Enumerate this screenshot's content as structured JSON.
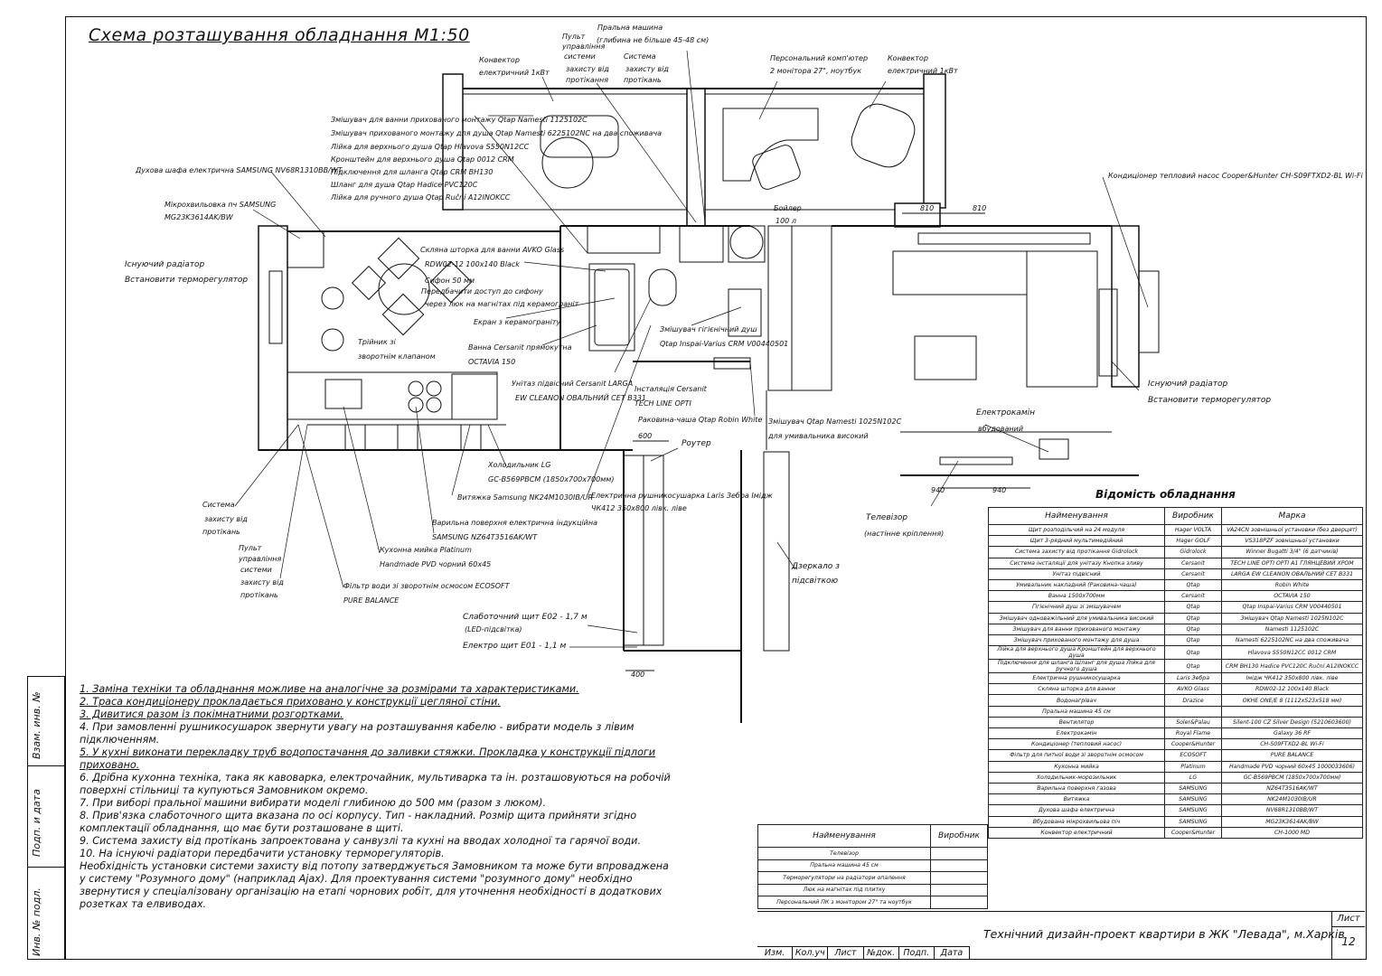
{
  "title": "Схема розташування обладнання М1:50",
  "callouts": {
    "washer": "Пральна машина",
    "washer2": "(глибина не більше 45-48 см)",
    "remote1": "Пульт",
    "remote1b": "управління",
    "remote1c": "системи",
    "remote1d": "захисту від",
    "remote1e": "протікання",
    "sys1": "Система",
    "sys1b": "захисту від",
    "sys1c": "протікань",
    "conv1": "Конвектор",
    "conv1b": "електричний 1кВт",
    "pc": "Персональний комп'ютер",
    "pc2": "2 монітора 27\", ноутбук",
    "conv2": "Конвектор",
    "conv2b": "електричний 1кВт",
    "mixer_bath": "Змішувач для ванни прихованого монтажу Qtap Namesti 1125102C",
    "mixer_shower": "Змішувач прихованого монтажу для душа Qtap Namesti 6225102NC на два споживача",
    "head_shower": "Лійка для верхнього душа Qtap Hlavova S550N12CC",
    "bracket": "Кронштейн для верхнього душа Qtap 0012 CRM",
    "hose_conn": "Підключення для шланга Qtap CRM BH130",
    "hose": "Шланг для душа Qtap Hadice PVC120C",
    "hand_shower": "Лійка для ручного душа Qtap Ruční A12INOKCC",
    "oven": "Духова шафа електрична SAMSUNG NV68R1310BB/WT",
    "micro": "Мікрохвильовка пч SAMSUNG",
    "micro2": "MG23K3614AK/BW",
    "radiator": "Існуючий радіатор",
    "radiator2": "Встановити терморегулятор",
    "glass": "Скляна шторка для ванни AVKO Glass",
    "glass2": "RDW02-12 100х140 Black",
    "siphon": "Сифон 50 мм",
    "siphon2": "Передбачити доступ до сифону",
    "siphon3": "через люк на магнітах під керамограніт",
    "screen": "Екран з керамограніту",
    "tee": "Трійник зі",
    "tee2": "зворотнім клапаном",
    "bath": "Ванна Cersanit прямокутна",
    "bath2": "OCTAVIA 150",
    "mixer_hyg": "Змішувач гігієнічний душ",
    "mixer_hyg2": "Qtap Inspai-Varius CRM V00440501",
    "toilet": "Унітаз підвісний Cersanit LARGA",
    "toilet2": "EW CLEANON ОВАЛЬНИЙ СЕТ B331",
    "install": "Інсталяція Cersanit",
    "install2": "TECH LINE OPTI",
    "sink": "Раковина-чаша Qtap Robin White",
    "mixer_wash": "Змішувач Qtap Namesti 1025N102C",
    "mixer_wash2": "для умивальника високий",
    "boiler": "Бойлер",
    "boiler2": "100 л",
    "ac": "Кондиціонер тепловий насос Cooper&Hunter CH-S09FTXD2-BL Wi-Fi",
    "radiator_r": "Існуючий радіатор",
    "radiator_r2": "Встановити терморегулятор",
    "fireplace": "Електрокамін",
    "fireplace2": "вбудований",
    "tv": "Телевізор",
    "tv2": "(настінне кріплення)",
    "router": "Роутер",
    "fridge": "Холодильник LG",
    "fridge2": "GC-B569PBCM (1850х700х700мм)",
    "hood": "Витяжка Samsung NK24M1030IB/UR",
    "towel": "Електрична рушникосушарка Laris Зебра Імідж",
    "towel2": "ЧК412 350х800 лівк. ліве",
    "hob": "Варильна поверхня електрична індукційна",
    "hob2": "SAMSUNG NZ64T3516AK/WT",
    "ksink": "Кухонна мийка Platinum",
    "ksink2": "Handmade PVD чорний 60х45",
    "filter": "Фільтр води зі зворотнім осмосом ECOSOFT",
    "filter2": "PURE BALANCE",
    "sys2": "Система",
    "sys2b": "захисту від",
    "sys2c": "протікань",
    "remote2": "Пульт",
    "remote2b": "управління",
    "remote2c": "системи",
    "remote2d": "захисту від",
    "remote2e": "протікань",
    "lowcurrent": "Слаботочний щит Е02 - 1,7 м",
    "lowcurrent2": "(LED-підсвітка)",
    "elpanel": "Електро щит Е01 - 1,1 м",
    "mirror": "Дзеркало з",
    "mirror2": "підсвіткою",
    "dims": [
      "810",
      "810",
      "940",
      "940",
      "600",
      "400"
    ]
  },
  "notes": [
    {
      "t": "1. Заміна техніки та обладнання можливе на аналогічне за розмірами та характеристиками.",
      "u": true
    },
    {
      "t": "2. Траса кондиціонеру прокладається приховано у конструкції цегляної стіни.",
      "u": true
    },
    {
      "t": "3. Дивитися разом із покімнатними розгортками.",
      "u": true
    },
    {
      "t": "4. При замовленні рушникосушарок звернути увагу на розташування кабелю - вибрати модель з лівим підключенням.",
      "u": false
    },
    {
      "t": "5. У кухні виконати перекладку труб водопостачання до заливки стяжки. Прокладка у конструкції підлоги приховано.",
      "u": true
    },
    {
      "t": "6. Дрібна кухонна техніка, така як кавоварка, електрочайник, мультиварка та ін. розташовуються на робочій поверхні стільниці та купуються Замовником окремо.",
      "u": false
    },
    {
      "t": "7. При виборі пральної машини вибирати моделі глибиною до 500 мм (разом з люком).",
      "u": false
    },
    {
      "t": "8. Прив'язка слаботочного щита вказана по осі корпусу. Тип - накладний. Розмір щита прийняти згідно комплектації обладнання, що має бути розташоване в щиті.",
      "u": false
    },
    {
      "t": "9. Система захисту від протікань запроектована у санвузлі та кухні на вводах холодної та гарячої води.",
      "u": false
    },
    {
      "t": "10. На існуючі радіатори передбачити установку терморегуляторів.",
      "u": false
    },
    {
      "t": "Необхідність установки системи захисту від потопу затверджується Замовником та може бути впроваджена у систему \"Розумного дому\" (наприклад Ajax). Для проектування системи \"розумного дому\" необхідно звернутися у спеціалізовану організацію на етапі чорнових робіт, для уточнення необхідності в додаткових розетках та елвиводах.",
      "u": false
    }
  ],
  "equipment": {
    "title": "Відомість обладнання",
    "headers": [
      "Найменування",
      "Виробник",
      "Марка"
    ],
    "rows": [
      [
        "Щит розподільчий на 24 модуля",
        "Hager VOLTA",
        "VA24CN зовнішньої установки (без дверцят)"
      ],
      [
        "Щит 3-рядний мультимедійний",
        "Hager GOLF",
        "VS318PZF зовнішньої установки"
      ],
      [
        "Система захисту від протікання Gidrolock",
        "Gidrolock",
        "Winner Bugatti 3/4\" (6 датчиків)"
      ],
      [
        "Система інсталяції для унітазу Кнопка зливу",
        "Cersanit",
        "TECH LINE OPTI OPTI A1 ГЛЯНЦЕВИЙ ХРОМ"
      ],
      [
        "Унітаз підвісний",
        "Cersanit",
        "LARGA EW CLEANON ОВАЛЬНИЙ СЕТ B331"
      ],
      [
        "Умивальник накладний (Раковина-чаша)",
        "Qtap",
        "Robin White"
      ],
      [
        "Ванна 1500х700мм",
        "Cersanit",
        "OCTAVIA 150"
      ],
      [
        "Гігієнічний душ зі змішувачем",
        "Qtap",
        "Qtap Inspai-Varius CRM V00440501"
      ],
      [
        "Змішувач одноважільний для умивальника високий",
        "Qtap",
        "Змішувач Qtap Namesti 1025N102C"
      ],
      [
        "Змішувач для ванни прихованого монтажу",
        "Qtap",
        "Namesti 1125102C"
      ],
      [
        "Змішувач прихованого монтажу для душа",
        "Qtap",
        "Namesti 6225102NC на два споживача"
      ],
      [
        "Лійка для верхнього душа Кронштейн для верхнього душа",
        "Qtap",
        "Hlavova S550N12CC 0012 CRM"
      ],
      [
        "Підключення для шланга Шланг для душа Лійка для ручного душа",
        "Qtap",
        "CRM BH130 Hadice PVC120C Ruční A12INOKCC"
      ],
      [
        "Електрична рушникосушарка",
        "Laris Зебра",
        "Імідж ЧК412 350х800 лівк. ліве"
      ],
      [
        "Скляна шторка для ванни",
        "AVKO Glass",
        "RDW02-12 100х140 Black"
      ],
      [
        "Водонагрівач",
        "Drazice",
        "OKHE ONE/E 8 (1112х523х518 мм)"
      ],
      [
        "Пральна машина 45 см",
        "",
        ""
      ],
      [
        "Вентилятор",
        "Soler&Palau",
        "Silent-100 CZ Silver Design (5210603600)"
      ],
      [
        "Електрокамін",
        "Royal Flame",
        "Galaxy 36 RF"
      ],
      [
        "Кондиціонер (тепловий насос)",
        "Cooper&Hunter",
        "CH-S09FTXD2-BL Wi-Fi"
      ],
      [
        "Фільтр для питної води зі зворотнім осмосом",
        "ECOSOFT",
        "PURE BALANCE"
      ],
      [
        "Кухонна мийка",
        "Platinum",
        "Handmade PVD чорний 60х45 1000033606)"
      ],
      [
        "Холодильник-морозильник",
        "LG",
        "GC-B569PBCM (1850х700х700мм)"
      ],
      [
        "Варильна поверхня газова",
        "SAMSUNG",
        "NZ64T3516AK/WT"
      ],
      [
        "Витяжка",
        "SAMSUNG",
        "NK24M1030IB/UR"
      ],
      [
        "Духова шафа електрична",
        "SAMSUNG",
        "NV68R1310BB/WT"
      ],
      [
        "Вбудована мікрохвильова піч",
        "SAMSUNG",
        "MG23K3614AK/BW"
      ],
      [
        "Конвектор електричний",
        "Cooper&Hunter",
        "CH-1000 MD"
      ]
    ]
  },
  "small_table": {
    "headers": [
      "Найменування",
      "Виробник"
    ],
    "rows": [
      [
        "Телевізор",
        ""
      ],
      [
        "Пральна машина 45 см",
        ""
      ],
      [
        "Терморегулятори на радіатори опалення",
        ""
      ],
      [
        "Люк на магнітах під плитку",
        ""
      ],
      [
        "Персональний ПК з монітором 27\" та ноутбук",
        ""
      ]
    ]
  },
  "stamp": {
    "cells": [
      "Изм.",
      "Кол.уч",
      "Лист",
      "№док.",
      "Подп.",
      "Дата"
    ],
    "project": "Технічний дизайн-проект квартири в ЖК \"Левада\", м.Харків",
    "sheet_label": "Лист",
    "sheet_no": "12"
  },
  "side": {
    "a": "Взам. инв. №",
    "b": "Подп. и дата",
    "c": "Инв. № подл."
  }
}
